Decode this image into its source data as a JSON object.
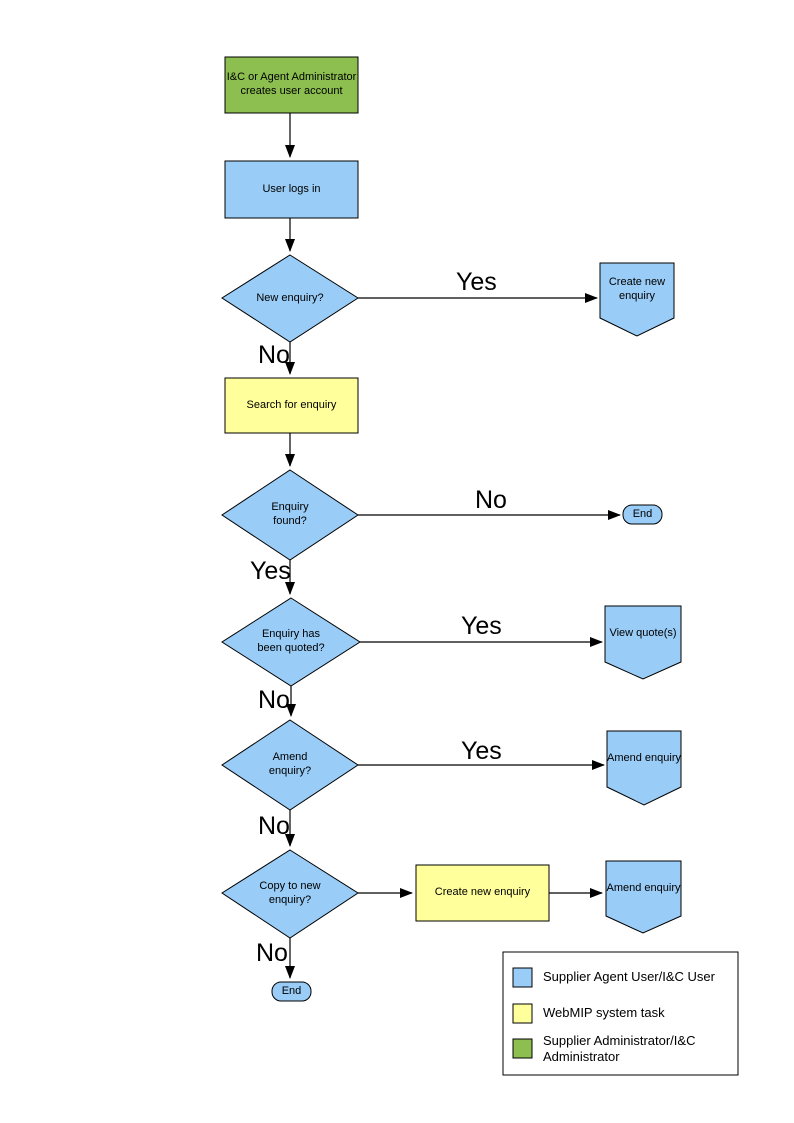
{
  "nodes": {
    "admin_creates_account": "I&C or Agent Administrator\ncreates user account",
    "user_logs_in": "User logs in",
    "new_enquiry_q": "New enquiry?",
    "create_new_enquiry_offpage": "Create new\nenquiry",
    "search_for_enquiry": "Search for enquiry",
    "enquiry_found_q": "Enquiry\nfound?",
    "end_1": "End",
    "enquiry_quoted_q": "Enquiry has\nbeen quoted?",
    "view_quotes": "View quote(s)",
    "amend_enquiry_q": "Amend\nenquiry?",
    "amend_enquiry_offpage_1": "Amend enquiry",
    "copy_to_new_enquiry_q": "Copy to new\nenquiry?",
    "create_new_enquiry_task": "Create new enquiry",
    "amend_enquiry_offpage_2": "Amend enquiry",
    "end_2": "End"
  },
  "edge_labels": {
    "yes_new_enquiry": "Yes",
    "no_new_enquiry": "No",
    "no_enquiry_found": "No",
    "yes_enquiry_found": "Yes",
    "yes_quoted": "Yes",
    "no_quoted": "No",
    "yes_amend": "Yes",
    "no_amend": "No",
    "no_copy": "No"
  },
  "legend": {
    "items": [
      {
        "label": "Supplier Agent User/I&C User",
        "color": "#99CCF6"
      },
      {
        "label": "WebMIP system task",
        "color": "#FFFF9C"
      },
      {
        "label": "Supplier Administrator/I&C Administrator",
        "color": "#8CBE50"
      }
    ]
  },
  "colors": {
    "user_task": "#99CCF6",
    "system_task": "#FFFF9C",
    "admin_task": "#8CBE50",
    "stroke": "#000000"
  }
}
